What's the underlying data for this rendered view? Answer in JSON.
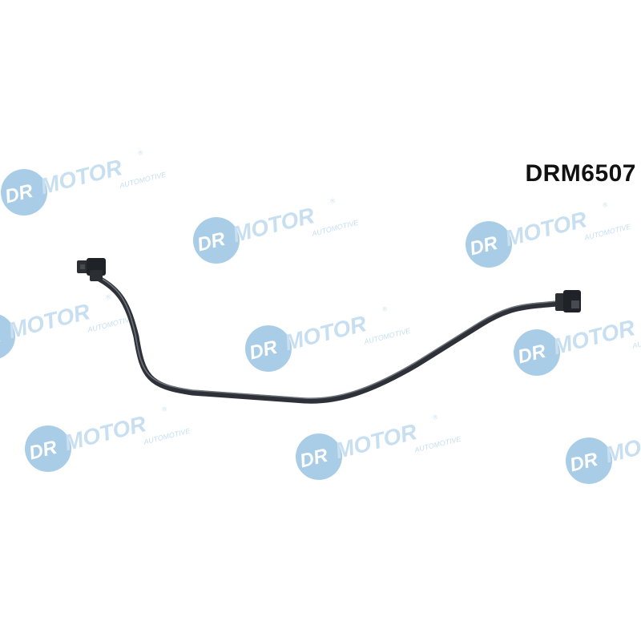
{
  "product": {
    "part_code": "DRM6507"
  },
  "watermark": {
    "brand_left": "DR",
    "brand_right": "MOTOR",
    "sub": "AUTOMOTIVE",
    "registered": "®",
    "color_badge": "#a9cde6",
    "color_text": "#c7dff0"
  },
  "colors": {
    "background": "#ffffff",
    "pipe": "#2e3238",
    "pipe_highlight": "#6d737b"
  }
}
